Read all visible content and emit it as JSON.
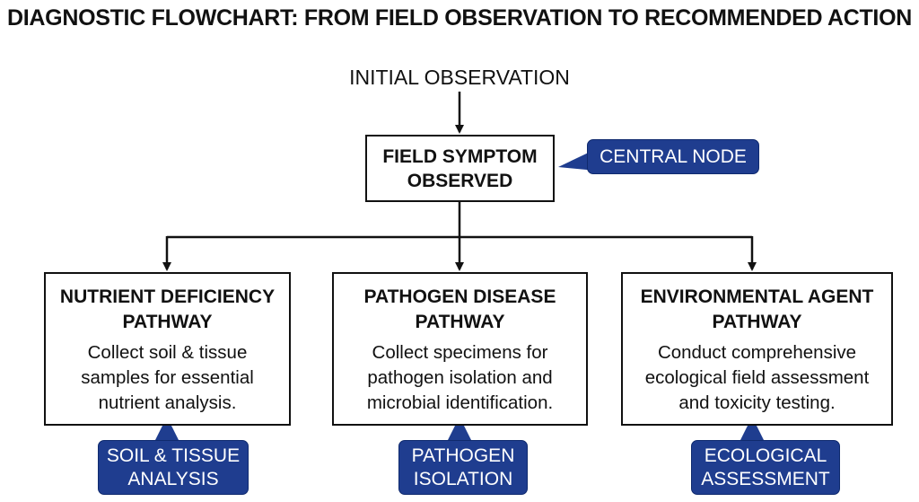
{
  "title": "DIAGNOSTIC FLOWCHART: FROM FIELD OBSERVATION TO RECOMMENDED ACTION",
  "initial_observation": "INITIAL OBSERVATION",
  "central": {
    "title_line1": "FIELD SYMPTOM",
    "title_line2": "OBSERVED",
    "callout": "CENTRAL NODE"
  },
  "pathways": [
    {
      "title_line1": "NUTRIENT DEFICIENCY",
      "title_line2": "PATHWAY",
      "desc_line1": "Collect soil & tissue",
      "desc_line2": "samples for essential",
      "desc_line3": "nutrient analysis.",
      "callout_line1": "SOIL & TISSUE",
      "callout_line2": "ANALYSIS"
    },
    {
      "title_line1": "PATHOGEN DISEASE",
      "title_line2": "PATHWAY",
      "desc_line1": "Collect specimens for",
      "desc_line2": "pathogen isolation and",
      "desc_line3": "microbial identification.",
      "callout_line1": "PATHOGEN",
      "callout_line2": "ISOLATION"
    },
    {
      "title_line1": "ENVIRONMENTAL AGENT",
      "title_line2": "PATHWAY",
      "desc_line1": "Conduct comprehensive",
      "desc_line2": "ecological field assessment",
      "desc_line3": "and toxicity testing.",
      "callout_line1": "ECOLOGICAL",
      "callout_line2": "ASSESSMENT"
    }
  ],
  "colors": {
    "callout_fill": "#1f3d8f",
    "line": "#111111"
  }
}
